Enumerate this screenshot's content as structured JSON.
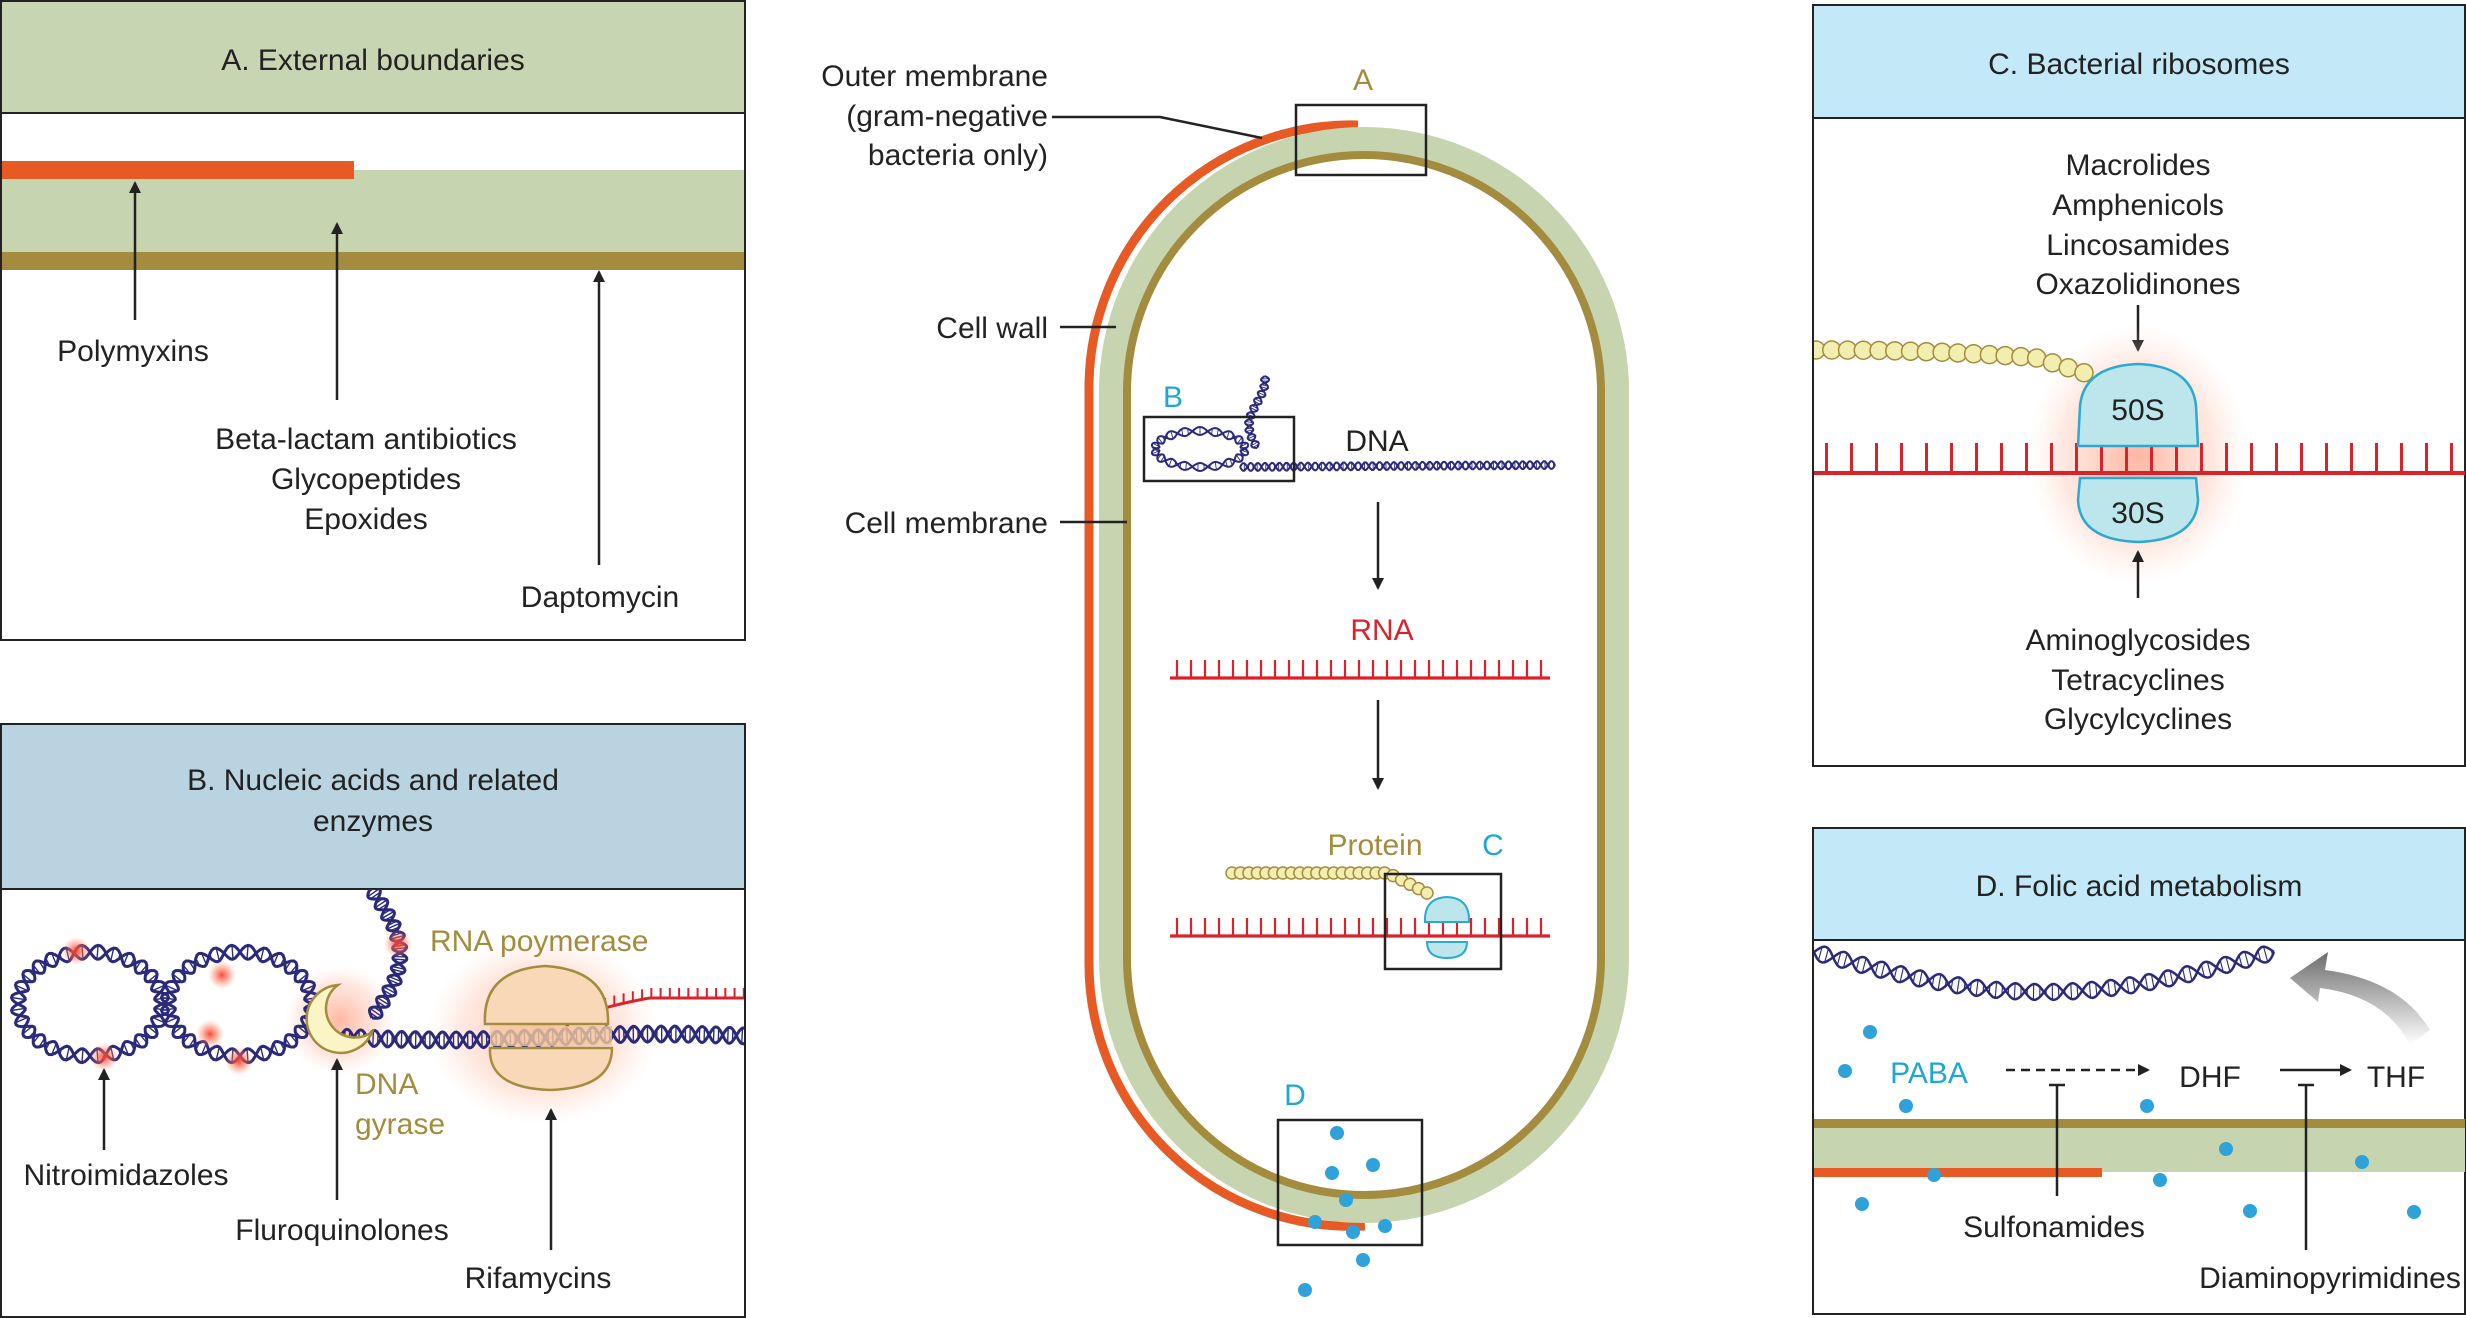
{
  "colors": {
    "green_fill": "#c6d4b0",
    "olive": "#a38c3e",
    "orange": "#e85a24",
    "red": "#d9232b",
    "navy": "#2b2a7a",
    "cyan_text": "#1ea6d6",
    "ribosome_fill": "#bde6ec",
    "ribosome_stroke": "#2aa9d3",
    "panel_a_header": "#c8d5b2",
    "panel_b_header": "#b9d4e0",
    "panel_cd_header": "#c3e8f8",
    "protein_bead": "#f2eeb0",
    "polymerase_fill": "#f9d8b8",
    "gyrase_fill": "#fbf4c4",
    "dot_blue": "#2fa3d9"
  },
  "panel_a": {
    "title": "A. External boundaries",
    "polymyxins": "Polymyxins",
    "beta_lines": [
      "Beta-lactam antibiotics",
      "Glycopeptides",
      "Epoxides"
    ],
    "daptomycin": "Daptomycin"
  },
  "panel_b": {
    "title_lines": [
      "B. Nucleic acids and related",
      "enzymes"
    ],
    "rna_polymerase": "RNA poymerase",
    "dna_gyrase_lines": [
      "DNA",
      "gyrase"
    ],
    "nitroimidazoles": "Nitroimidazoles",
    "fluroquinolones": "Fluroquinolones",
    "rifamycins": "Rifamycins"
  },
  "cell": {
    "outer_membrane_lines": [
      "Outer membrane",
      "(gram-negative",
      "bacteria only)"
    ],
    "cell_wall": "Cell wall",
    "cell_membrane": "Cell membrane",
    "box_a": "A",
    "box_b": "B",
    "box_c": "C",
    "box_d": "D",
    "dna": "DNA",
    "rna": "RNA",
    "protein": "Protein"
  },
  "panel_c": {
    "title": "C. Bacterial ribosomes",
    "top_lines": [
      "Macrolides",
      "Amphenicols",
      "Lincosamides",
      "Oxazolidinones"
    ],
    "subunit_50s": "50S",
    "subunit_30s": "30S",
    "bottom_lines": [
      "Aminoglycosides",
      "Tetracyclines",
      "Glycylcyclines"
    ]
  },
  "panel_d": {
    "title": "D. Folic acid metabolism",
    "paba": "PABA",
    "dhf": "DHF",
    "thf": "THF",
    "sulfonamides": "Sulfonamides",
    "diaminopyrimidines": "Diaminopyrimidines"
  }
}
